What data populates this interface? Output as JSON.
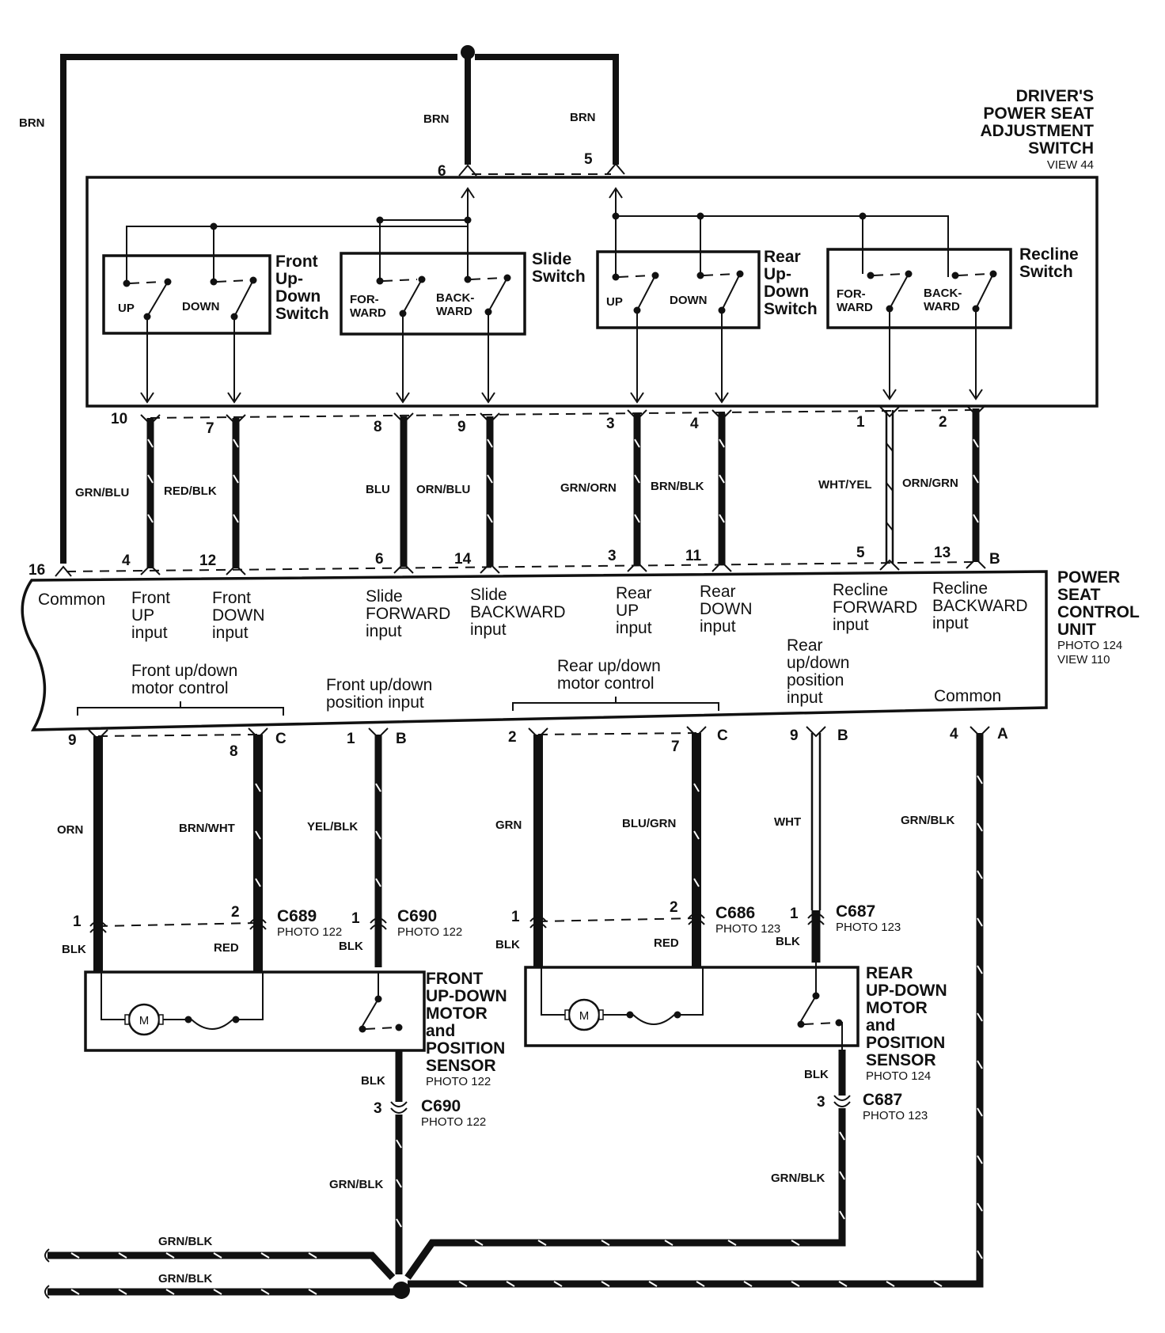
{
  "switch_unit": {
    "title_lines": [
      "DRIVER'S",
      "POWER SEAT",
      "ADJUSTMENT",
      "SWITCH"
    ],
    "view": "VIEW 44",
    "switches": [
      {
        "name_lines": [
          "Front",
          "Up-",
          "Down",
          "Switch"
        ],
        "contacts": [
          "UP",
          "DOWN"
        ]
      },
      {
        "name_lines": [
          "Slide",
          "Switch"
        ],
        "contacts": [
          [
            "FOR-",
            "WARD"
          ],
          [
            "BACK-",
            "WARD"
          ]
        ]
      },
      {
        "name_lines": [
          "Rear",
          "Up-",
          "Down",
          "Switch"
        ],
        "contacts": [
          "UP",
          "DOWN"
        ]
      },
      {
        "name_lines": [
          "Recline",
          "Switch"
        ],
        "contacts": [
          [
            "FOR-",
            "WARD"
          ],
          [
            "BACK-",
            "WARD"
          ]
        ]
      }
    ]
  },
  "top_wires": [
    {
      "color": "BRN"
    },
    {
      "color": "BRN",
      "pin": "6"
    },
    {
      "color": "BRN",
      "pin": "5"
    }
  ],
  "mid_wires": [
    {
      "color": "GRN/BLU",
      "top_pin": "10",
      "bottom_pin": "4"
    },
    {
      "color": "RED/BLK",
      "top_pin": "7",
      "bottom_pin": "12"
    },
    {
      "color": "BLU",
      "top_pin": "8",
      "bottom_pin": "6"
    },
    {
      "color": "ORN/BLU",
      "top_pin": "9",
      "bottom_pin": "14"
    },
    {
      "color": "GRN/ORN",
      "top_pin": "3",
      "bottom_pin": "3"
    },
    {
      "color": "BRN/BLK",
      "top_pin": "4",
      "bottom_pin": "11"
    },
    {
      "color": "WHT/YEL",
      "top_pin": "1",
      "bottom_pin": "5"
    },
    {
      "color": "ORN/GRN",
      "top_pin": "2",
      "bottom_pin": "13"
    }
  ],
  "control_unit": {
    "title_lines": [
      "POWER",
      "SEAT",
      "CONTROL",
      "UNIT"
    ],
    "photo": "PHOTO 124",
    "view": "VIEW 110",
    "common_pin": "16",
    "connector_b": "B",
    "inputs": [
      [
        "Common"
      ],
      [
        "Front",
        "UP",
        "input"
      ],
      [
        "Front",
        "DOWN",
        "input"
      ],
      [
        "Slide",
        "FORWARD",
        "input"
      ],
      [
        "Slide",
        "BACKWARD",
        "input"
      ],
      [
        "Rear",
        "UP",
        "input"
      ],
      [
        "Rear",
        "DOWN",
        "input"
      ],
      [
        "Recline",
        "FORWARD",
        "input"
      ],
      [
        "Recline",
        "BACKWARD",
        "input"
      ]
    ],
    "lower_labels": [
      [
        "Front up/down",
        "motor control"
      ],
      [
        "Front up/down",
        "position input"
      ],
      [
        "Rear up/down",
        "motor control"
      ],
      [
        "Rear",
        "up/down",
        "position",
        "input"
      ],
      [
        "Common"
      ]
    ]
  },
  "bottom_wires": [
    {
      "color": "ORN",
      "pin": "9"
    },
    {
      "color": "BRN/WHT",
      "pin": "8",
      "connector": "C"
    },
    {
      "color": "YEL/BLK",
      "pin": "1",
      "connector": "B"
    },
    {
      "color": "GRN",
      "pin": "2"
    },
    {
      "color": "BLU/GRN",
      "pin": "7",
      "connector": "C"
    },
    {
      "color": "WHT",
      "pin": "9",
      "connector": "B"
    },
    {
      "color": "GRN/BLK",
      "pin": "4",
      "connector": "A"
    }
  ],
  "connectors": [
    {
      "id": "C689",
      "photo": "PHOTO 122",
      "pins": [
        "1",
        "2"
      ],
      "wires": [
        "BLK",
        "RED"
      ]
    },
    {
      "id": "C690",
      "photo": "PHOTO 122",
      "pins": [
        "1"
      ],
      "wires": [
        "BLK"
      ]
    },
    {
      "id": "C686",
      "photo": "PHOTO 123",
      "pins": [
        "1",
        "2"
      ],
      "wires": [
        "BLK",
        "RED"
      ]
    },
    {
      "id": "C687",
      "photo": "PHOTO 123",
      "pins": [
        "1"
      ],
      "wires": [
        "BLK"
      ]
    },
    {
      "id": "C690",
      "photo": "PHOTO 122",
      "pins": [
        "3"
      ],
      "wires": [
        "BLK"
      ]
    },
    {
      "id": "C687",
      "photo": "PHOTO 123",
      "pins": [
        "3"
      ],
      "wires": [
        "BLK"
      ]
    }
  ],
  "front_motor": {
    "title_lines": [
      "FRONT",
      "UP-DOWN",
      "MOTOR",
      "and",
      "POSITION",
      "SENSOR"
    ],
    "photo": "PHOTO 122",
    "motor_symbol": "M"
  },
  "rear_motor": {
    "title_lines": [
      "REAR",
      "UP-DOWN",
      "MOTOR",
      "and",
      "POSITION",
      "SENSOR"
    ],
    "photo": "PHOTO 124",
    "motor_symbol": "M"
  },
  "ground_wires": [
    {
      "color": "GRN/BLK"
    },
    {
      "color": "GRN/BLK"
    },
    {
      "color": "GRN/BLK"
    },
    {
      "color": "GRN/BLK"
    }
  ]
}
